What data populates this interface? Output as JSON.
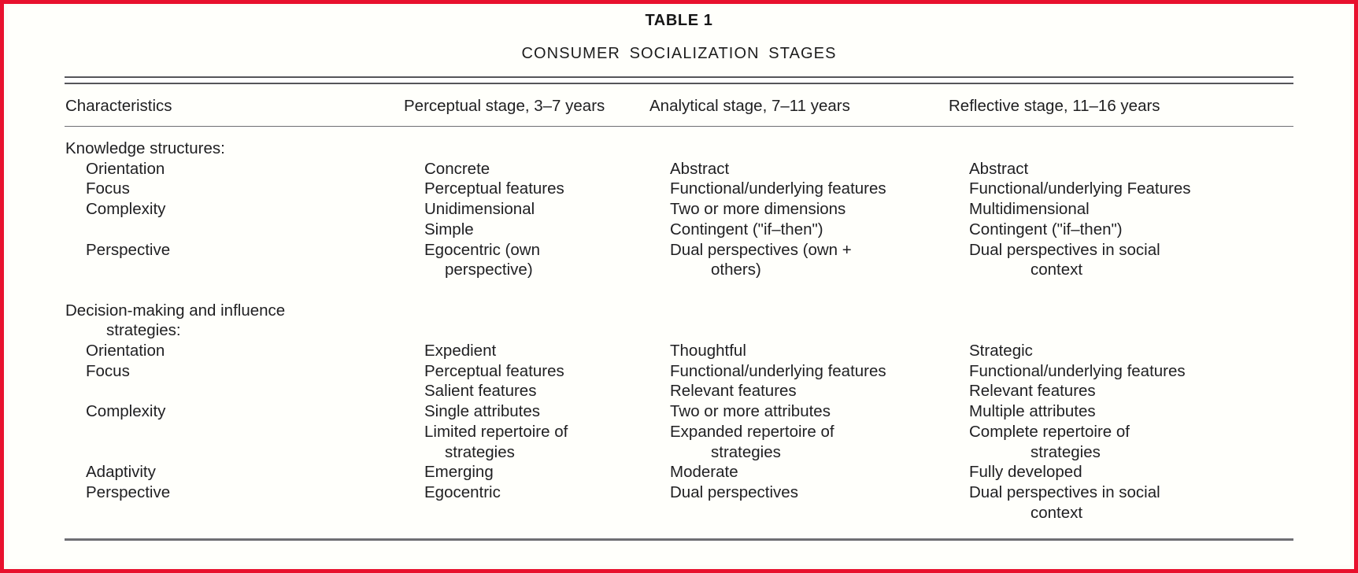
{
  "document": {
    "table_number": "TABLE  1",
    "caption": "CONSUMER SOCIALIZATION STAGES",
    "frame_color": "#e8112d",
    "rule_color": "#6f6f73",
    "text_color": "#1f1f21"
  },
  "columns": {
    "characteristics": "Characteristics",
    "perceptual": "Perceptual stage, 3–7 years",
    "analytical": "Analytical stage, 7–11 years",
    "reflective": "Reflective stage, 11–16 years"
  },
  "rows": [
    {
      "indent": 0,
      "characteristic": "Knowledge structures:",
      "perceptual": "",
      "analytical": "",
      "reflective": ""
    },
    {
      "indent": 1,
      "characteristic": "Orientation",
      "perceptual": "Concrete",
      "analytical": "Abstract",
      "reflective": "Abstract"
    },
    {
      "indent": 1,
      "characteristic": "Focus",
      "perceptual": "Perceptual features",
      "analytical": "Functional/underlying features",
      "reflective": "Functional/underlying Features"
    },
    {
      "indent": 1,
      "characteristic": "Complexity",
      "perceptual": "Unidimensional",
      "analytical": "Two or more dimensions",
      "reflective": "Multidimensional"
    },
    {
      "indent": 1,
      "characteristic": "",
      "perceptual": "Simple",
      "analytical": "Contingent (\"if–then\")",
      "reflective": "Contingent (\"if–then\")"
    },
    {
      "indent": 1,
      "characteristic": "Perspective",
      "perceptual": "Egocentric (own",
      "analytical": "Dual perspectives (own +",
      "reflective": "Dual perspectives in social"
    },
    {
      "indent": 1,
      "continuation": true,
      "characteristic": "",
      "perceptual": "perspective)",
      "analytical": "others)",
      "reflective": "context"
    },
    {
      "indent": 0,
      "characteristic": "Decision-making and influence",
      "perceptual": "",
      "analytical": "",
      "reflective": ""
    },
    {
      "indent": 2,
      "characteristic": "strategies:",
      "perceptual": "",
      "analytical": "",
      "reflective": ""
    },
    {
      "indent": 1,
      "characteristic": "Orientation",
      "perceptual": "Expedient",
      "analytical": "Thoughtful",
      "reflective": "Strategic"
    },
    {
      "indent": 1,
      "characteristic": "Focus",
      "perceptual": "Perceptual features",
      "analytical": "Functional/underlying features",
      "reflective": "Functional/underlying features"
    },
    {
      "indent": 1,
      "characteristic": "",
      "perceptual": "Salient features",
      "analytical": "Relevant features",
      "reflective": "Relevant features"
    },
    {
      "indent": 1,
      "characteristic": "Complexity",
      "perceptual": "Single attributes",
      "analytical": "Two or more attributes",
      "reflective": "Multiple attributes"
    },
    {
      "indent": 1,
      "characteristic": "",
      "perceptual": "Limited repertoire of",
      "analytical": "Expanded repertoire of",
      "reflective": "Complete repertoire of"
    },
    {
      "indent": 1,
      "continuation": true,
      "characteristic": "",
      "perceptual": "strategies",
      "analytical": "strategies",
      "reflective": "strategies"
    },
    {
      "indent": 1,
      "characteristic": "Adaptivity",
      "perceptual": "Emerging",
      "analytical": "Moderate",
      "reflective": "Fully developed"
    },
    {
      "indent": 1,
      "characteristic": "Perspective",
      "perceptual": "Egocentric",
      "analytical": "Dual perspectives",
      "reflective": "Dual perspectives in social"
    },
    {
      "indent": 1,
      "continuation": true,
      "characteristic": "",
      "perceptual": "",
      "analytical": "",
      "reflective": "context"
    }
  ]
}
